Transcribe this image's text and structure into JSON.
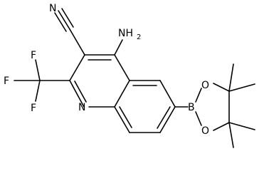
{
  "molecule": {
    "atoms": {
      "nitrogen_ring": "N",
      "nitrile_n": "N",
      "amino": "NH",
      "amino_sub": "2",
      "fluorine_1": "F",
      "fluorine_2": "F",
      "fluorine_3": "F",
      "boron": "B",
      "oxygen_1": "O",
      "oxygen_2": "O"
    }
  }
}
